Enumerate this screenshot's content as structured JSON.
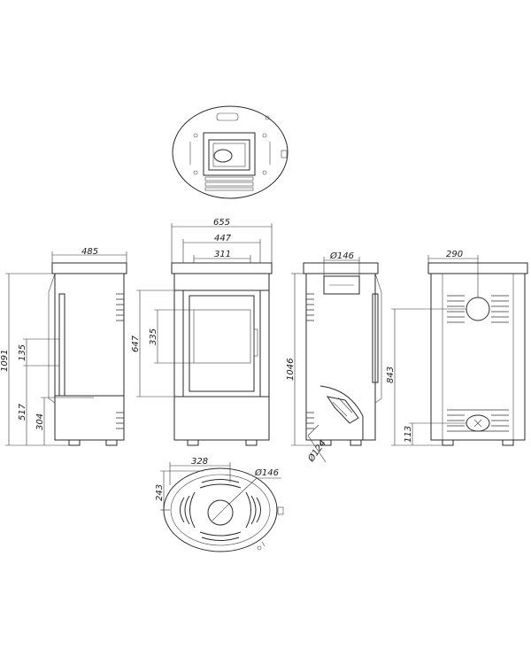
{
  "dimensions": {
    "side_depth": "485",
    "total_height": "1091",
    "handle_height": "135",
    "inlet_height": "517",
    "foot_height": "304",
    "front_width": "655",
    "glass_width": "447",
    "glass_inner_width": "311",
    "glass_height": "647",
    "window_height": "335",
    "flue_dia_top": "Ø146",
    "side_height": "1046",
    "air_inlet_dia": "Ø124",
    "back_flue_offset": "290",
    "back_flue_height": "843",
    "back_inlet_height": "113",
    "base_width": "328",
    "base_depth": "243",
    "base_flue_dia": "Ø146"
  },
  "colors": {
    "line": "#2a2a2a",
    "background": "#ffffff"
  }
}
